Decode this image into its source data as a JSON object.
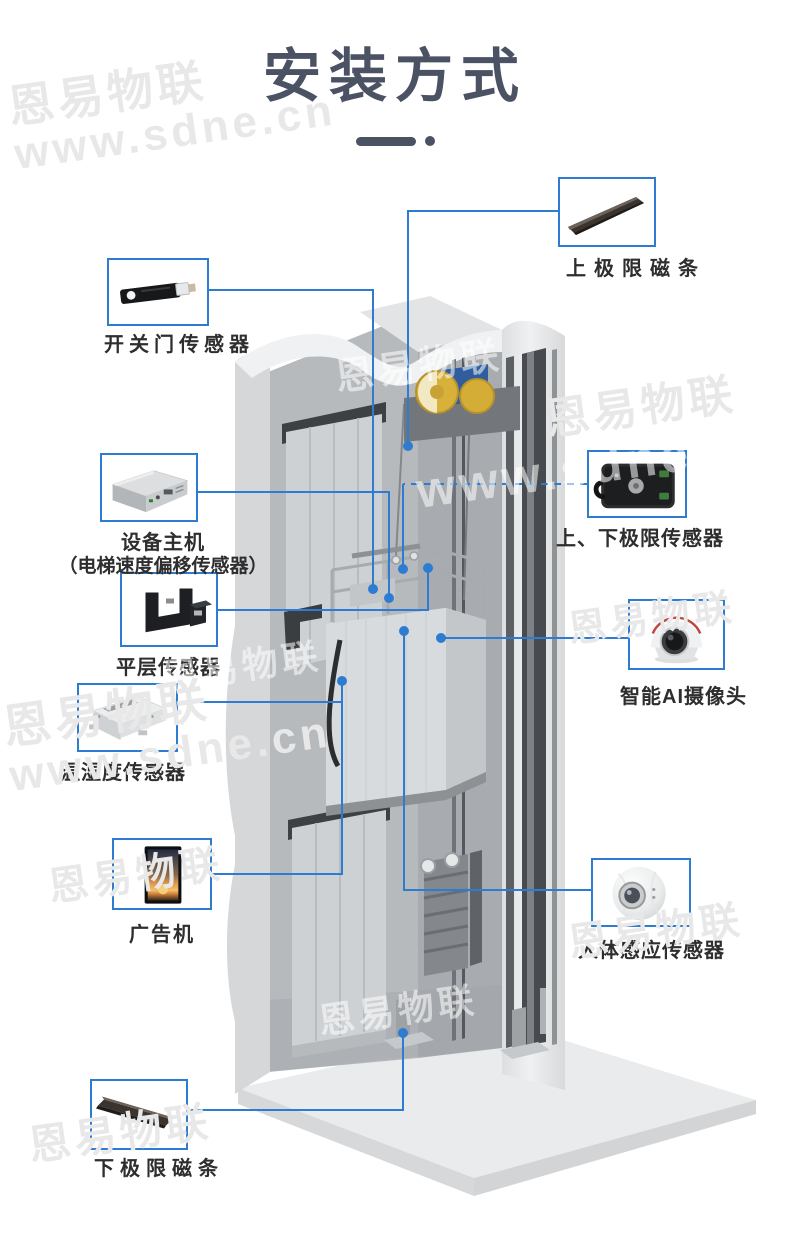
{
  "title": {
    "text": "安装方式"
  },
  "watermark": {
    "line1": "恩易物联",
    "line2": "www.sdne.cn"
  },
  "colors": {
    "accent": "#2e7cd2",
    "title": "#4a5263",
    "label": "#2e2e2e",
    "wm_gray": "#e8e8e8",
    "wm_light": "rgba(255,255,255,0.55)"
  },
  "callouts": [
    {
      "id": "upper-limit-strip",
      "label": "上极限磁条"
    },
    {
      "id": "door-sensor",
      "label": "开关门传感器"
    },
    {
      "id": "main-host",
      "label": "设备主机",
      "label2": "（电梯速度偏移传感器）"
    },
    {
      "id": "leveling-sensor",
      "label": "平层传感器"
    },
    {
      "id": "temp-humidity-sensor",
      "label": "温湿度传感器"
    },
    {
      "id": "ad-player",
      "label": "广告机"
    },
    {
      "id": "lower-limit-strip",
      "label": "下极限磁条"
    },
    {
      "id": "upper-lower-limit-sensor",
      "label": "上、下极限传感器"
    },
    {
      "id": "ai-camera",
      "label": "智能AI摄像头"
    },
    {
      "id": "body-sensor",
      "label": "人体感应传感器"
    }
  ]
}
